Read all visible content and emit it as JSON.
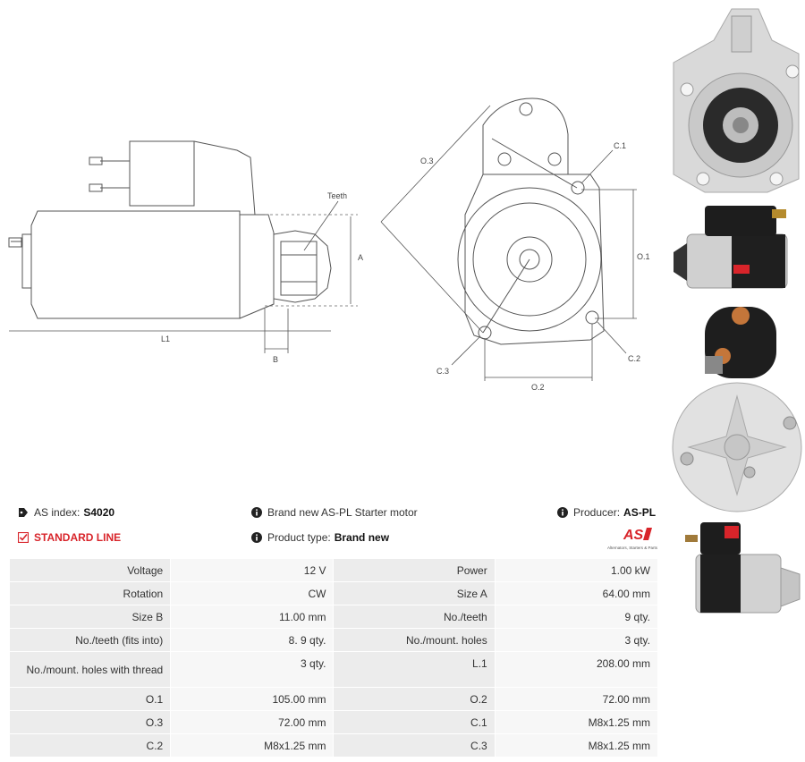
{
  "drawing": {
    "labels": {
      "teeth": "Teeth",
      "a": "A",
      "b": "B",
      "l1": "L1",
      "o3": "O.3",
      "c1": "C.1",
      "o1": "O.1",
      "c2": "C.2",
      "c3": "C.3",
      "o2": "O.2"
    }
  },
  "info": {
    "as_index_label": "AS index:",
    "as_index_value": "S4020",
    "description": "Brand new AS-PL Starter motor",
    "producer_label": "Producer:",
    "producer_value": "AS-PL",
    "line": "STANDARD LINE",
    "product_type_label": "Product type:",
    "product_type_value": "Brand new",
    "logo_text": "AS",
    "logo_caption": "Alternators, Starters & Parts"
  },
  "colors": {
    "accent": "#d8242a",
    "label_bg": "#ececec",
    "value_bg": "#f7f7f7"
  },
  "specs": [
    {
      "l1": "Voltage",
      "v1": "12 V",
      "l2": "Power",
      "v2": "1.00 kW"
    },
    {
      "l1": "Rotation",
      "v1": "CW",
      "l2": "Size A",
      "v2": "64.00 mm"
    },
    {
      "l1": "Size B",
      "v1": "11.00 mm",
      "l2": "No./teeth",
      "v2": "9 qty."
    },
    {
      "l1": "No./teeth (fits into)",
      "v1": "8. 9 qty.",
      "l2": "No./mount. holes",
      "v2": "3 qty."
    },
    {
      "l1": "No./mount. holes with thread",
      "v1": "3 qty.",
      "l2": "L.1",
      "v2": "208.00 mm"
    },
    {
      "l1": "O.1",
      "v1": "105.00 mm",
      "l2": "O.2",
      "v2": "72.00 mm"
    },
    {
      "l1": "O.3",
      "v1": "72.00 mm",
      "l2": "C.1",
      "v2": "M8x1.25 mm"
    },
    {
      "l1": "C.2",
      "v1": "M8x1.25 mm",
      "l2": "C.3",
      "v2": "M8x1.25 mm"
    }
  ]
}
